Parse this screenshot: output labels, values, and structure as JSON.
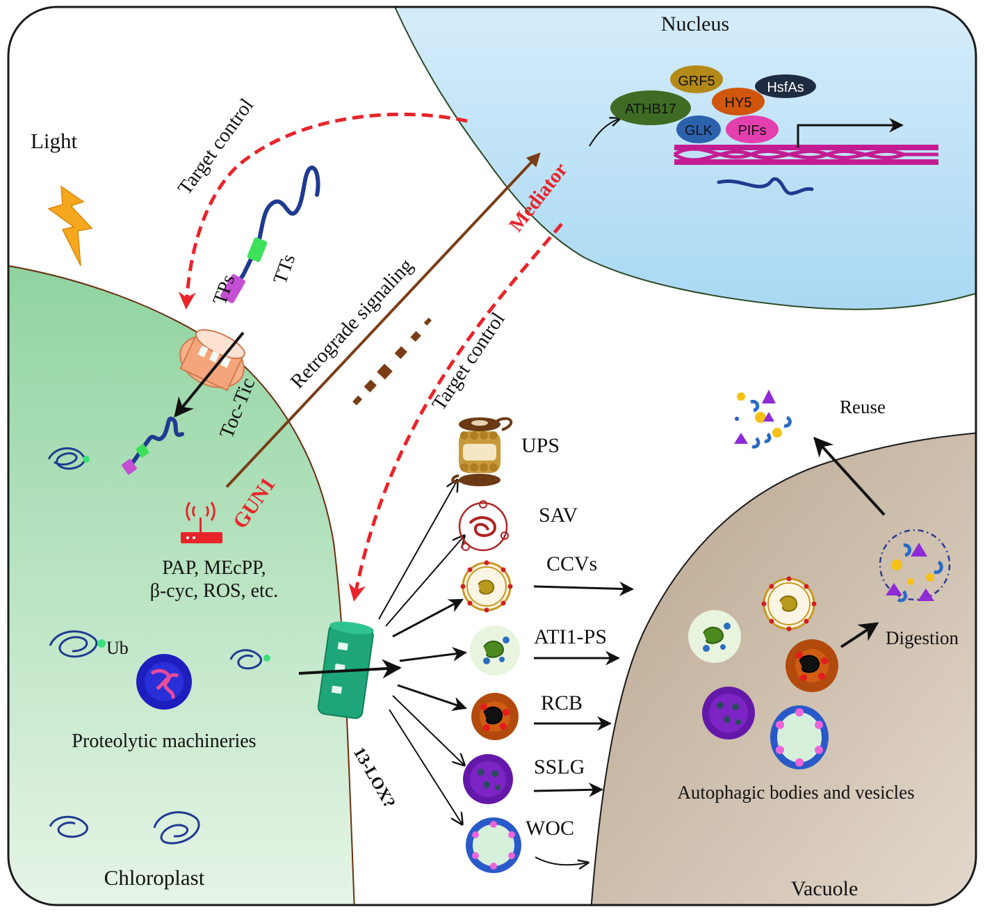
{
  "compartments": {
    "nucleus": "Nucleus",
    "chloroplast": "Chloroplast",
    "vacuole": "Vacuole"
  },
  "labels": {
    "light": "Light",
    "target_control_top": "Target control",
    "target_control_mid": "Target control",
    "retrograde": "Retrograde signaling",
    "mediator": "Mediator",
    "tps": "TPs",
    "tts": "TTs",
    "toc_tic": "Toc-Tic",
    "gun1": "GUN1",
    "signals_line1": "PAP, MEcPP,",
    "signals_line2": "β-cyc, ROS, etc.",
    "ub": "Ub",
    "proteolytic": "Proteolytic machineries",
    "lox": "13-LOX?",
    "reuse": "Reuse",
    "digestion": "Digestion",
    "autophagic": "Autophagic bodies and vesicles"
  },
  "transcription_factors": {
    "grf5": "GRF5",
    "hsfas": "HsfAs",
    "athb17": "ATHB17",
    "hy5": "HY5",
    "glk": "GLK",
    "pifs": "PIFs"
  },
  "pathways": {
    "ups": "UPS",
    "sav": "SAV",
    "ccvs": "CCVs",
    "ati1": "ATI1-PS",
    "rcb": "RCB",
    "sslg": "SSLG",
    "woc": "WOC"
  },
  "colors": {
    "red_label": "#e8242a",
    "brown_arrow": "#7a3d16",
    "chloroplast_fill": "#a6dbb1",
    "nucleus_fill": "#bde2f7",
    "vacuole_fill": "#c9b9a6"
  }
}
